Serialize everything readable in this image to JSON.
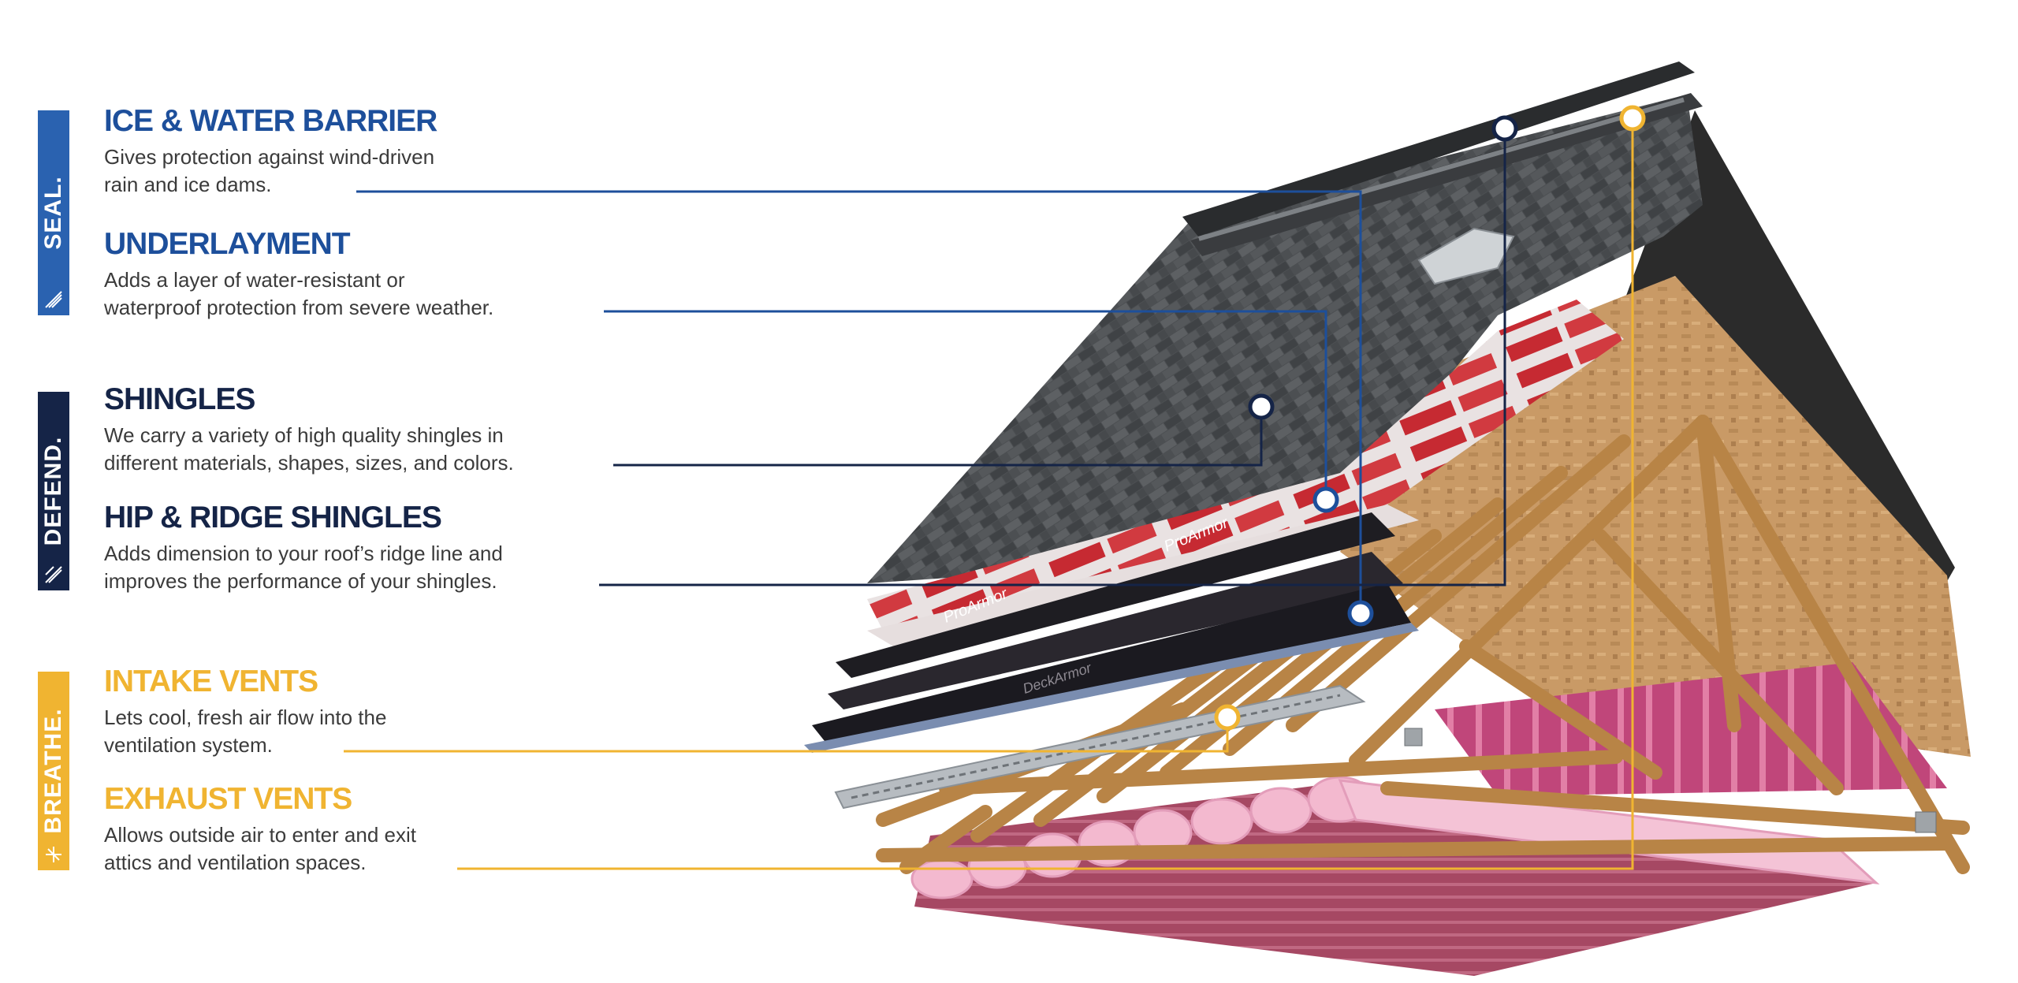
{
  "groups": [
    {
      "tab": "SEAL.",
      "color": "#2a62b0",
      "icon": "seal-icon",
      "items": [
        {
          "title": "ICE & WATER BARRIER",
          "line1": "Gives protection against wind-driven",
          "line2": "rain and ice dams."
        },
        {
          "title": "UNDERLAYMENT",
          "line1": "Adds a layer of water-resistant or",
          "line2": "waterproof protection from severe weather."
        }
      ]
    },
    {
      "tab": "DEFEND.",
      "color": "#152447",
      "icon": "defend-icon",
      "items": [
        {
          "title": "SHINGLES",
          "line1": "We carry a variety of high quality shingles in",
          "line2": "different materials, shapes, sizes, and colors."
        },
        {
          "title": "HIP & RIDGE SHINGLES",
          "line1": "Adds dimension to your roof’s ridge line and",
          "line2": "improves the performance of your shingles."
        }
      ]
    },
    {
      "tab": "BREATHE.",
      "color": "#f0b431",
      "icon": "breathe-icon",
      "items": [
        {
          "title": "INTAKE VENTS",
          "line1": "Lets cool, fresh air flow into the",
          "line2": "ventilation system."
        },
        {
          "title": "EXHAUST VENTS",
          "line1": "Allows outside air to enter and exit",
          "line2": "attics and ventilation spaces."
        }
      ]
    }
  ],
  "colors": {
    "blue": "#1d4f9b",
    "navy": "#152447",
    "gold": "#f0b431"
  },
  "roof_labels": {
    "underlayment_brand": "ProArmor",
    "membrane_brand": "DeckArmor"
  }
}
